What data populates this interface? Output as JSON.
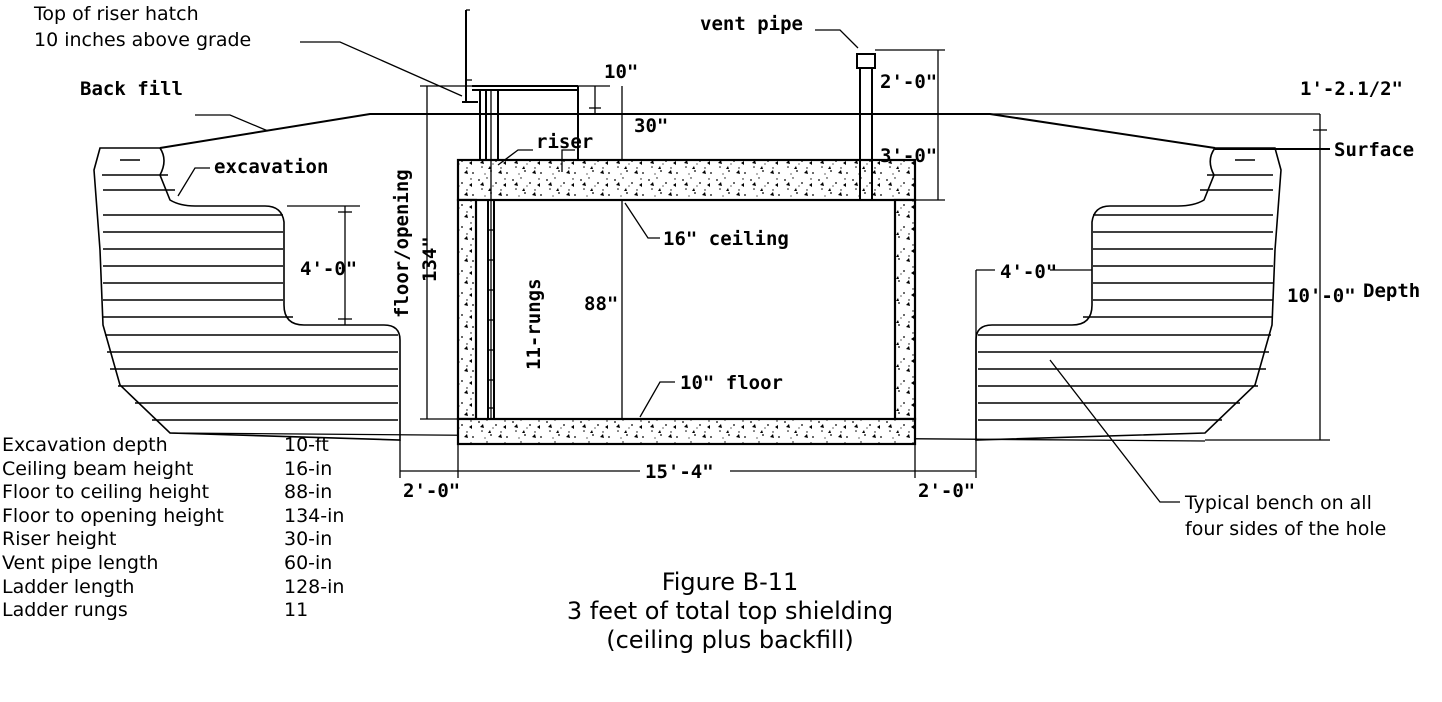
{
  "labels": {
    "top_riser_line1": "Top of riser hatch",
    "top_riser_line2": "10 inches above grade",
    "back_fill": "Back fill",
    "excavation": "excavation",
    "riser": "riser",
    "vent_pipe": "vent pipe",
    "surface": "Surface",
    "depth": "Depth",
    "ceiling": "16\" ceiling",
    "floor": "10\" floor",
    "rungs": "11-rungs",
    "floor_opening": "floor/opening",
    "bench_line1": "Typical bench on all",
    "bench_line2": "four sides of the hole"
  },
  "dimensions": {
    "hatch_10": "10\"",
    "riser_30": "30\"",
    "vent_2ft": "2'-0\"",
    "vent_3ft": "3'-0\"",
    "right_top": "1'-2.1/2\"",
    "bench_left": "4'-0\"",
    "bench_right": "4'-0\"",
    "opening_134": "134\"",
    "room_88": "88\"",
    "depth_10ft": "10'-0\"",
    "width_15ft": "15'-4\"",
    "clear_left": "2'-0\"",
    "clear_right": "2'-0\""
  },
  "legend": [
    {
      "label": "Excavation depth",
      "value": "10-ft"
    },
    {
      "label": "Ceiling beam height",
      "value": "16-in"
    },
    {
      "label": "Floor to ceiling height",
      "value": "88-in"
    },
    {
      "label": "Floor to opening height",
      "value": "134-in"
    },
    {
      "label": "Riser height",
      "value": "30-in"
    },
    {
      "label": "Vent pipe length",
      "value": "60-in"
    },
    {
      "label": "Ladder length",
      "value": "128-in"
    },
    {
      "label": "Ladder rungs",
      "value": "11"
    }
  ],
  "caption": {
    "line1": "Figure B-11",
    "line2": "3 feet of total top shielding",
    "line3": "(ceiling plus backfill)"
  }
}
